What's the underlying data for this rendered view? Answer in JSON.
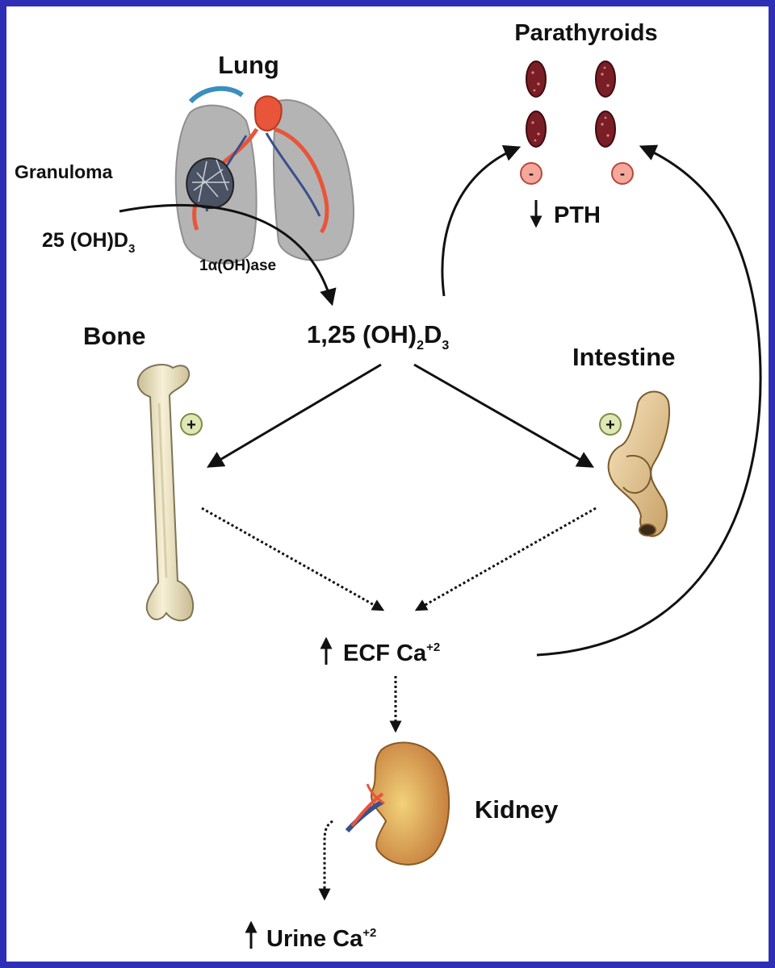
{
  "labels": {
    "lung": "Lung",
    "parathyroids": "Parathyroids",
    "granuloma": "Granuloma",
    "pth": "PTH",
    "precursor_main": "25 (OH)D",
    "precursor_sub": "3",
    "enzyme_digit": "1",
    "enzyme_alpha": "α",
    "enzyme_rest": "(OH)ase",
    "active_main": "1,25 (OH)",
    "active_sub1": "2",
    "active_mid": "D",
    "active_sub2": "3",
    "bone": "Bone",
    "intestine": "Intestine",
    "ecf": "ECF Ca",
    "ecf_sup": "+2",
    "kidney": "Kidney",
    "urine": "Urine Ca",
    "urine_sup": "+2"
  },
  "symbols": {
    "plus": "+",
    "minus": "-"
  },
  "colors": {
    "border": "#2e2fb4",
    "lung_gray": "#b4b4b4",
    "vessel_red": "#e8553a",
    "vessel_blue": "#3a4f8c",
    "parathyroid": "#7a1e26",
    "minus_fill": "#f4a79a",
    "plus_fill": "#dfe8b4",
    "bone": "#efe6c4",
    "kidney": "#d79a52"
  }
}
